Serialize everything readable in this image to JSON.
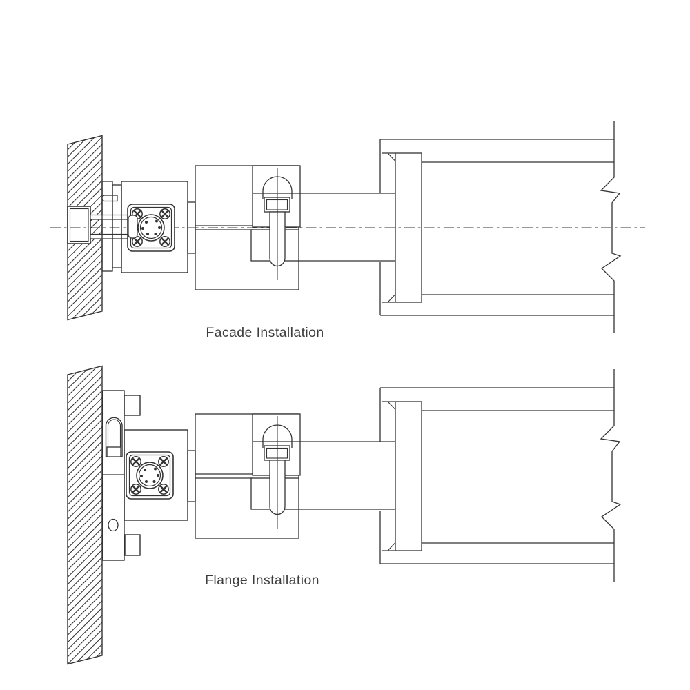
{
  "canvas": {
    "background": "#ffffff",
    "line_color": "#333333",
    "label_color": "#3d3d3d"
  },
  "diagrams": [
    {
      "caption": "Facade Installation",
      "parts": [
        "hatched-wall",
        "through-wall-block",
        "connection-rods",
        "spacer-plates",
        "sensor-body",
        "circular-connector",
        "connector-screws",
        "rod-clamp-block",
        "clamp-bolt",
        "piston-rod",
        "cylinder-end-cap",
        "cylinder-barrel",
        "break-line",
        "centerline"
      ]
    },
    {
      "caption": "Flange Installation",
      "parts": [
        "hatched-wall",
        "flange-plate",
        "keyhole-slot",
        "mounting-hole",
        "flange-tabs",
        "sensor-body",
        "circular-connector",
        "connector-screws",
        "rod-clamp-block",
        "clamp-bolt",
        "piston-rod",
        "cylinder-end-cap",
        "cylinder-barrel",
        "break-line"
      ]
    }
  ]
}
